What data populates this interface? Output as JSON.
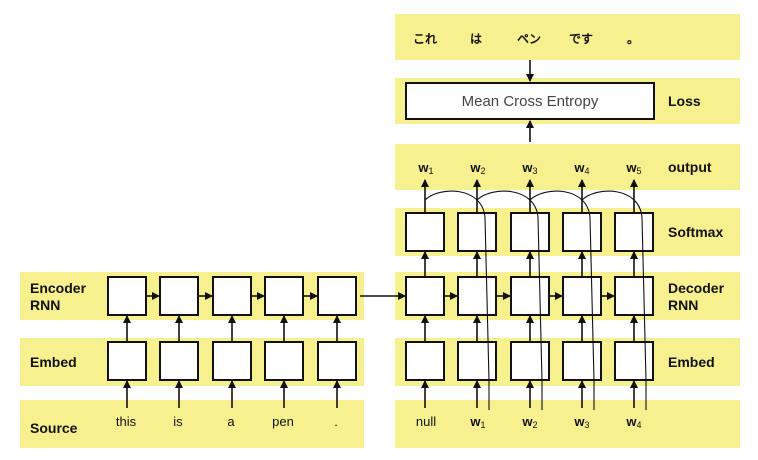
{
  "rows": {
    "encoder_rnn": "Encoder\nRNN",
    "embed_left": "Embed",
    "source": "Source",
    "loss": "Loss",
    "output": "output",
    "softmax": "Softmax",
    "decoder_rnn": "Decoder\nRNN",
    "embed_right": "Embed"
  },
  "source_tokens": [
    "this",
    "is",
    "a",
    "pen",
    "."
  ],
  "decoder_inputs": [
    {
      "base": "null",
      "sub": ""
    },
    {
      "base": "w",
      "sub": "1"
    },
    {
      "base": "w",
      "sub": "2"
    },
    {
      "base": "w",
      "sub": "3"
    },
    {
      "base": "w",
      "sub": "4"
    }
  ],
  "outputs": [
    {
      "base": "w",
      "sub": "1"
    },
    {
      "base": "w",
      "sub": "2"
    },
    {
      "base": "w",
      "sub": "3"
    },
    {
      "base": "w",
      "sub": "4"
    },
    {
      "base": "w",
      "sub": "5"
    }
  ],
  "target_tokens": [
    "これ",
    "は",
    "ペン",
    "です",
    "。"
  ],
  "loss_box": "Mean Cross Entropy",
  "colors": {
    "band": "#f7f08f",
    "stroke": "#111111"
  }
}
